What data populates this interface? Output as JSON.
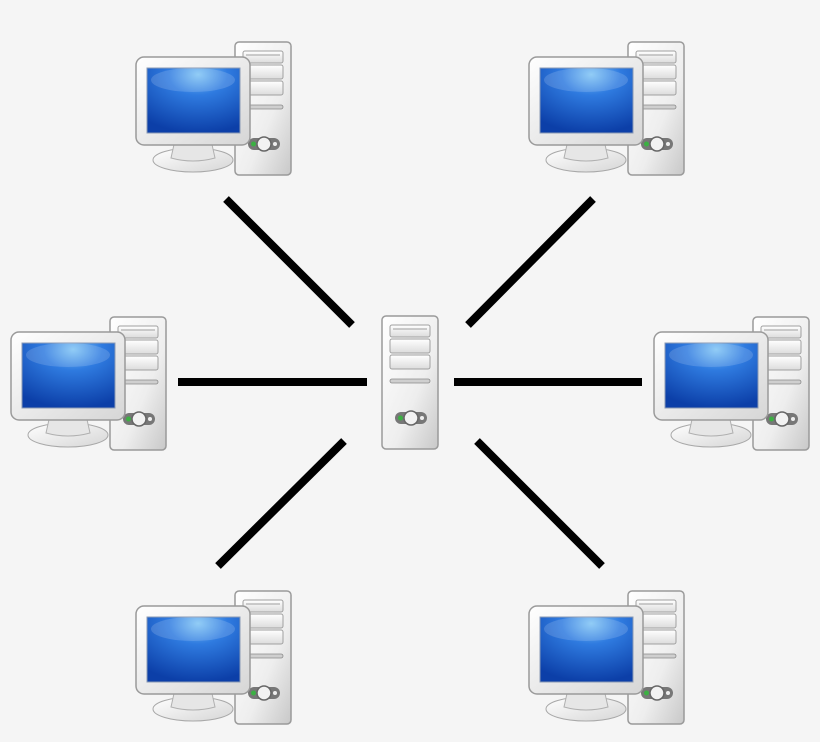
{
  "diagram": {
    "type": "star-network",
    "colors": {
      "background": "#f5f5f5",
      "link": "#000000",
      "screen": "#1f5fc8",
      "case": "#e8e8e8",
      "led": "#3cb043"
    },
    "hub": {
      "id": "server",
      "icon": "server-tower-icon"
    },
    "nodes": [
      {
        "id": "pc-top-left",
        "icon": "workstation-icon"
      },
      {
        "id": "pc-top-right",
        "icon": "workstation-icon"
      },
      {
        "id": "pc-middle-left",
        "icon": "workstation-icon"
      },
      {
        "id": "pc-middle-right",
        "icon": "workstation-icon"
      },
      {
        "id": "pc-bottom-left",
        "icon": "workstation-icon"
      },
      {
        "id": "pc-bottom-right",
        "icon": "workstation-icon"
      }
    ],
    "edges": [
      {
        "from": "server",
        "to": "pc-top-left"
      },
      {
        "from": "server",
        "to": "pc-top-right"
      },
      {
        "from": "server",
        "to": "pc-middle-left"
      },
      {
        "from": "server",
        "to": "pc-middle-right"
      },
      {
        "from": "server",
        "to": "pc-bottom-left"
      },
      {
        "from": "server",
        "to": "pc-bottom-right"
      }
    ]
  }
}
